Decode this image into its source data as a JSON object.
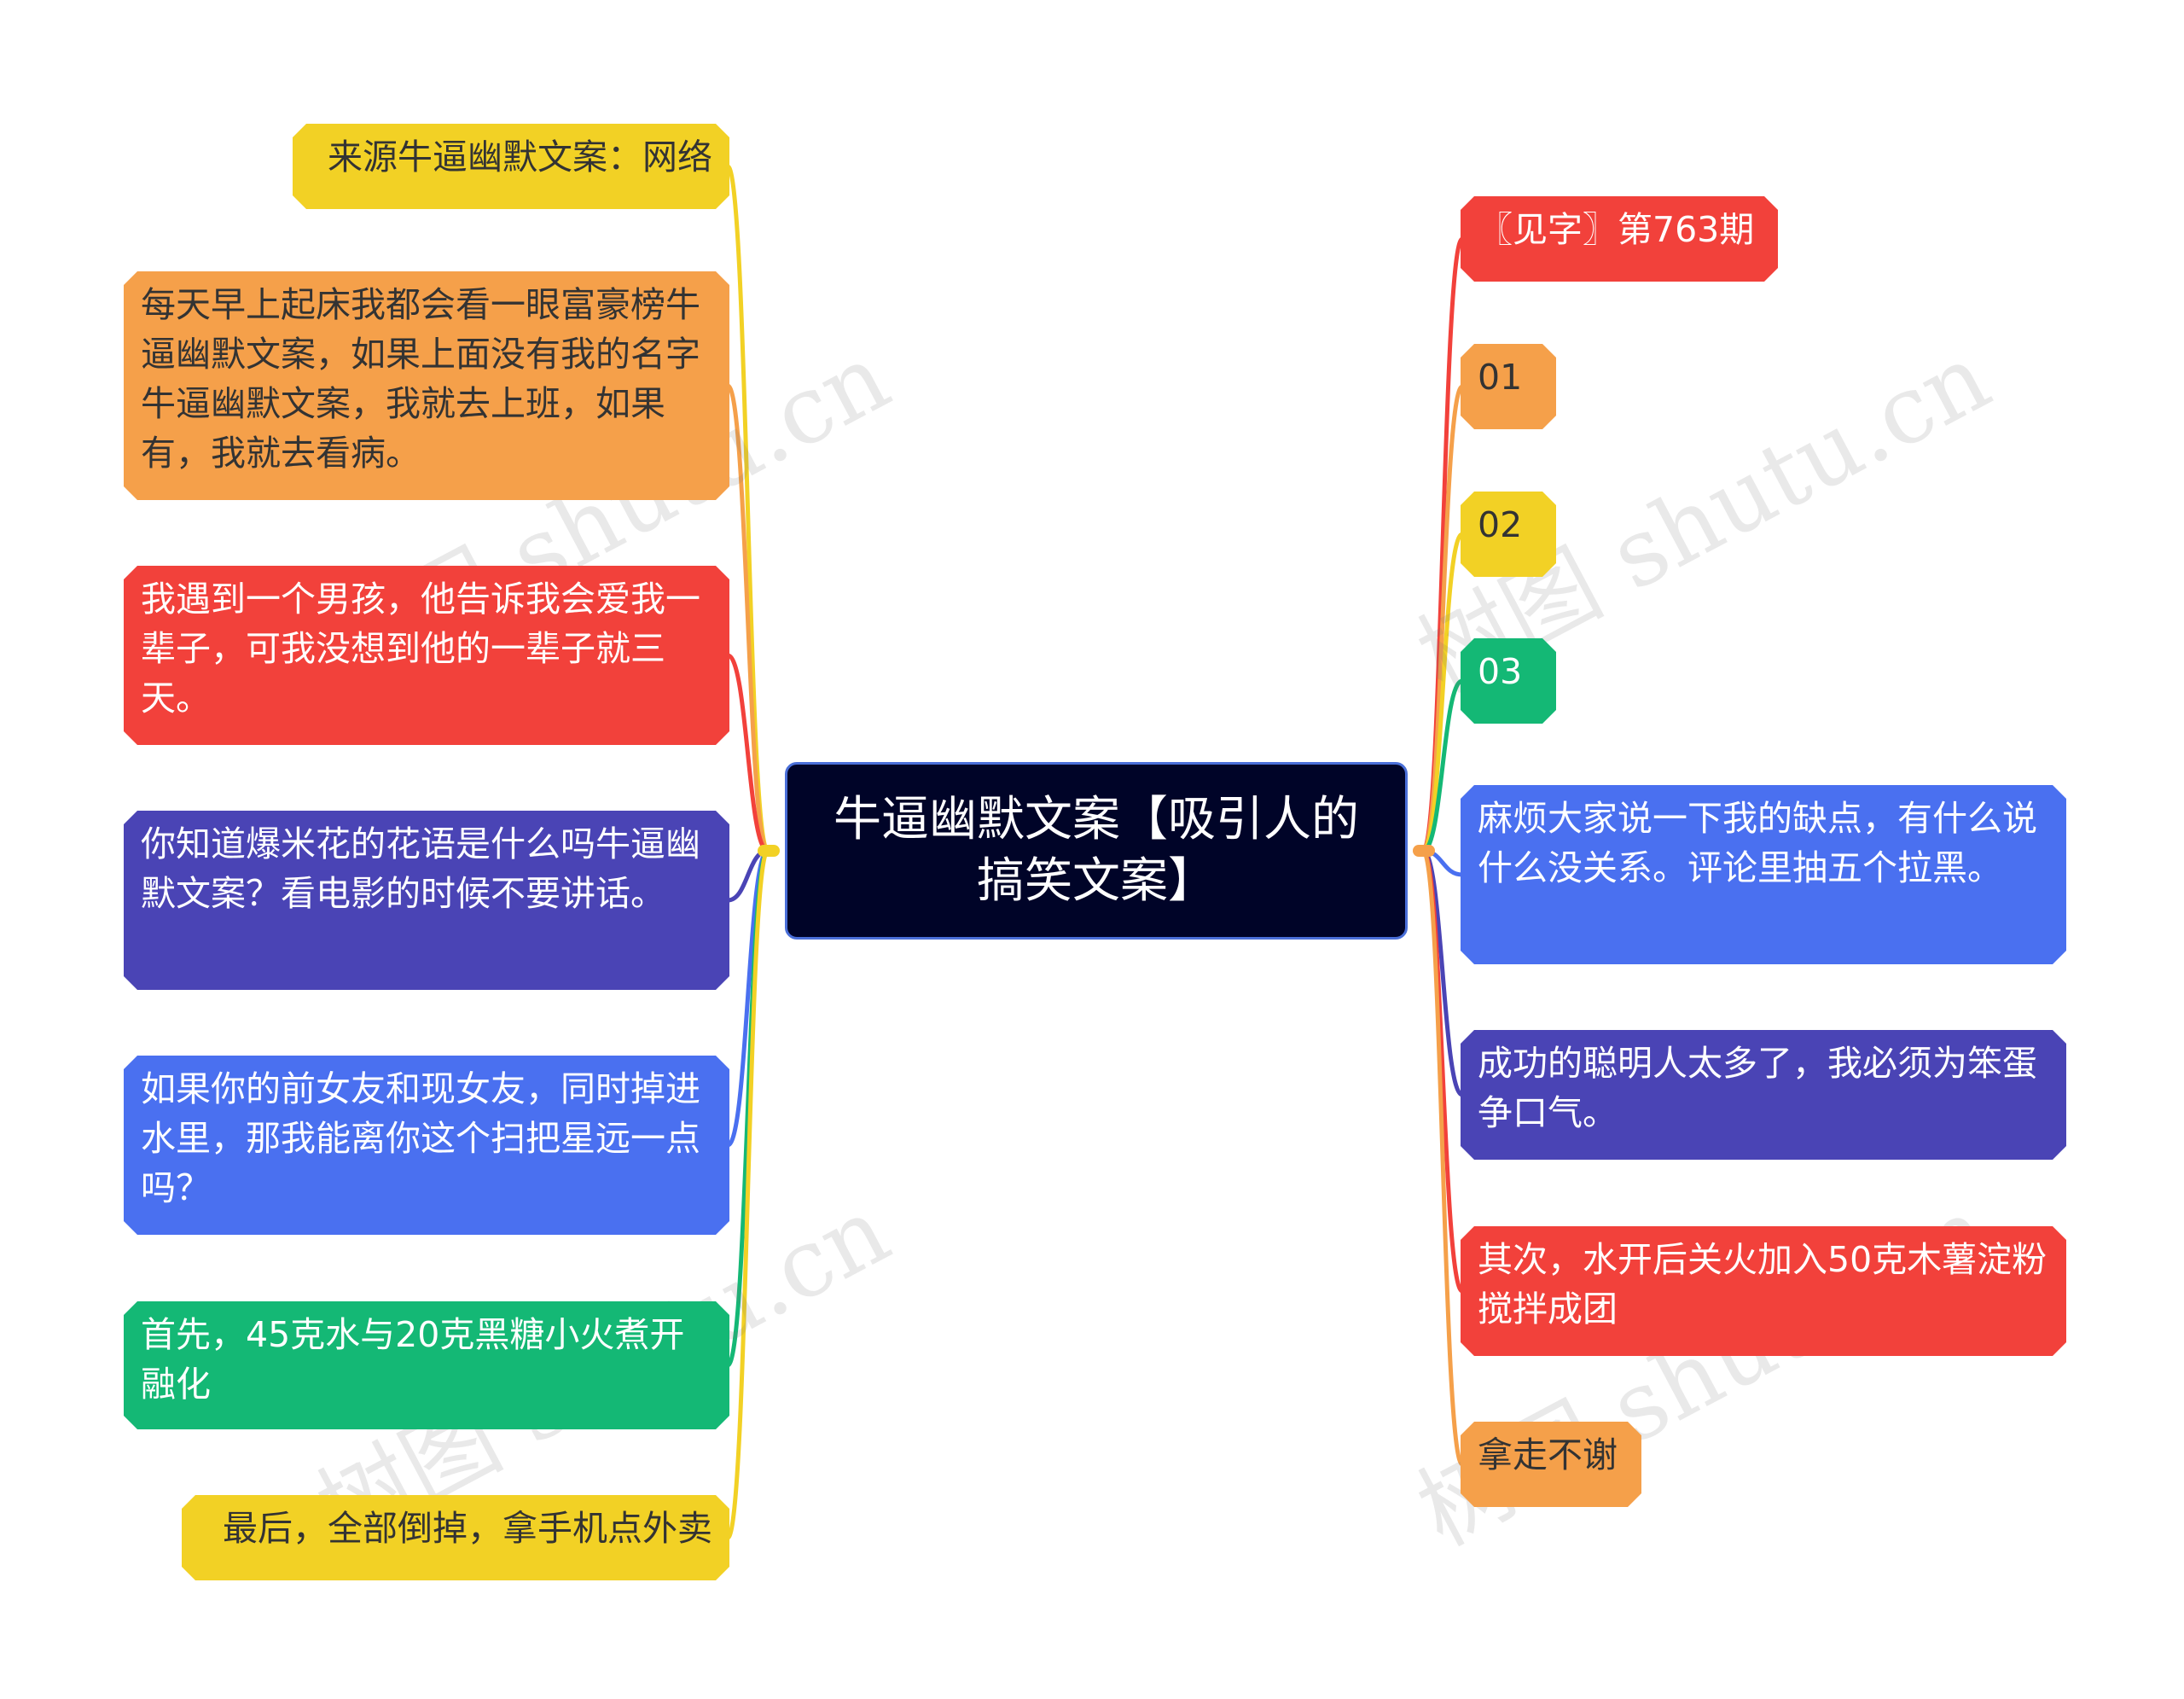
{
  "center": {
    "title": "牛逼幽默文案【吸引人的搞笑文案】"
  },
  "watermark": "树图 shutu.cn",
  "colors": {
    "yellow": "#f2d125",
    "orange": "#f5a04a",
    "red": "#f2413b",
    "purple": "#4a44b5",
    "blue": "#4a70f0",
    "green": "#14b875",
    "center_bg": "#000428"
  },
  "left_nodes": [
    {
      "text": "来源牛逼幽默文案：网络",
      "color": "yellow"
    },
    {
      "text": "每天早上起床我都会看一眼富豪榜牛逼幽默文案，如果上面没有我的名字牛逼幽默文案，我就去上班，如果有，我就去看病。",
      "color": "orange"
    },
    {
      "text": "我遇到一个男孩，他告诉我会爱我一辈子，可我没想到他的一辈子就三天。",
      "color": "red"
    },
    {
      "text": "你知道爆米花的花语是什么吗牛逼幽默文案？看电影的时候不要讲话。",
      "color": "purple"
    },
    {
      "text": "如果你的前女友和现女友，同时掉进水里，那我能离你这个扫把星远一点吗？",
      "color": "blue"
    },
    {
      "text": "首先，45克水与20克黑糖小火煮开融化",
      "color": "green"
    },
    {
      "text": "最后，全部倒掉，拿手机点外卖",
      "color": "yellow"
    }
  ],
  "right_nodes": [
    {
      "text": "〖见字〗第763期",
      "color": "red"
    },
    {
      "text": "01",
      "color": "orange"
    },
    {
      "text": "02",
      "color": "yellow"
    },
    {
      "text": "03",
      "color": "green"
    },
    {
      "text": "麻烦大家说一下我的缺点，有什么说什么没关系。评论里抽五个拉黑。",
      "color": "blue"
    },
    {
      "text": "成功的聪明人太多了，我必须为笨蛋争口气。",
      "color": "purple"
    },
    {
      "text": "其次，水开后关火加入50克木薯淀粉搅拌成团",
      "color": "red"
    },
    {
      "text": "拿走不谢",
      "color": "orange"
    }
  ]
}
